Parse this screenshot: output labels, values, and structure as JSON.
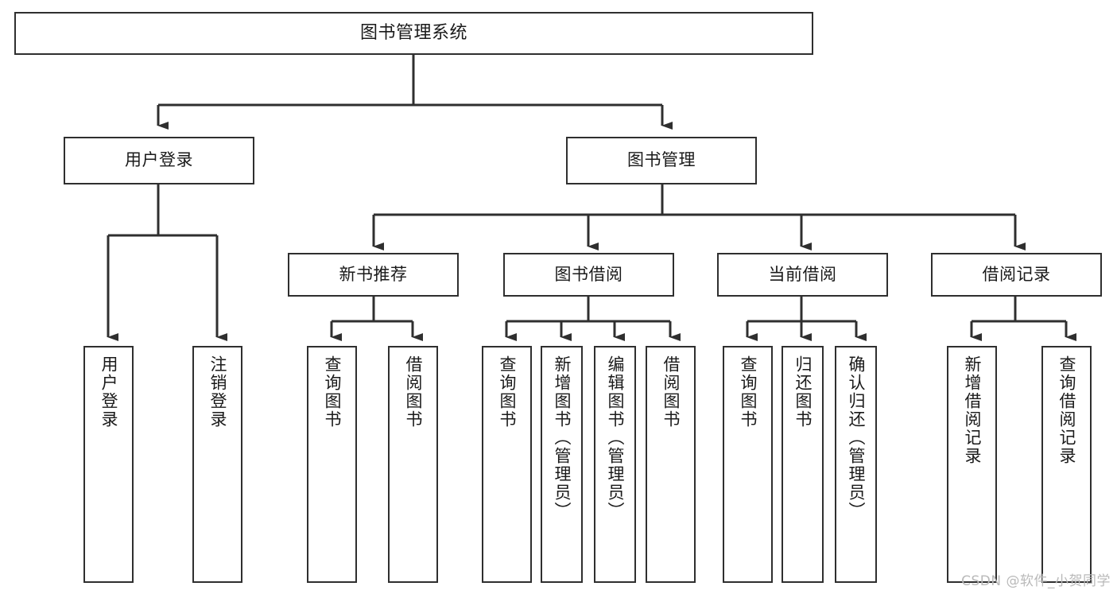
{
  "diagram": {
    "title": "图书管理系统",
    "type": "tree-hierarchy-diagram",
    "colors": {
      "stroke": "#2f2f2f",
      "fill": "#ffffff",
      "text": "#1a1a1a",
      "watermark": "#b9b9b9"
    },
    "root": {
      "label": "图书管理系统"
    },
    "level2": [
      {
        "label": "用户登录"
      },
      {
        "label": "图书管理"
      }
    ],
    "level3": [
      {
        "label": "新书推荐"
      },
      {
        "label": "图书借阅"
      },
      {
        "label": "当前借阅"
      },
      {
        "label": "借阅记录"
      }
    ],
    "leaves": {
      "user_login": [
        {
          "label": "用户登录"
        },
        {
          "label": "注销登录"
        }
      ],
      "new_book_recommend": [
        {
          "label": "查询图书"
        },
        {
          "label": "借阅图书"
        }
      ],
      "book_borrow": [
        {
          "label": "查询图书"
        },
        {
          "label": "新增图书（管理员）"
        },
        {
          "label": "编辑图书（管理员）"
        },
        {
          "label": "借阅图书"
        }
      ],
      "current_borrow": [
        {
          "label": "查询图书"
        },
        {
          "label": "归还图书"
        },
        {
          "label": "确认归还（管理员）"
        }
      ],
      "borrow_records": [
        {
          "label": "新增借阅记录"
        },
        {
          "label": "查询借阅记录"
        }
      ]
    },
    "watermark": "CSDN @软件_小贺同学"
  }
}
